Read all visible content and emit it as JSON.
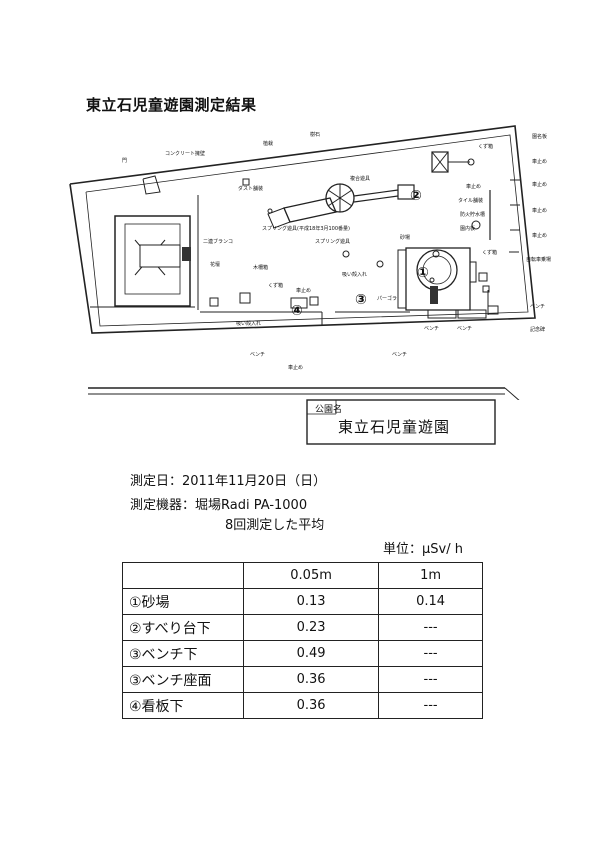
{
  "page_title": "東立石児童遊園測定結果",
  "map": {
    "labels": {
      "gate": "門",
      "concrete_wall": "コンクリート擁壁",
      "planting": "植栽",
      "tree": "樹石",
      "park_sign": "園名板",
      "car_stop_1": "車止め",
      "car_stop_2": "車止め",
      "car_stop_3": "車止め",
      "car_stop_4": "車止め",
      "car_stop_5": "車止め",
      "tile_pave": "タイル舗装",
      "fire_tank": "防火貯水槽",
      "notice_board": "園内板",
      "trash_bin": "くず箱",
      "bicycle_area": "自転車乗場",
      "bench_right": "ベンチ",
      "drinking_fountain": "記念碑",
      "dust_pave": "ダスト舗装",
      "combined_play": "複合遊具",
      "double_swing": "二連ブランコ",
      "spring_play_1": "スプリング遊具(平成18年3月100番量)",
      "spring_play_2": "スプリング遊具",
      "sandbox": "砂場",
      "trash_bin_2": "くず箱",
      "planter": "花壇",
      "wood_planter": "木柵箱",
      "bench_a": "ベンチ",
      "bench_b": "ベンチ",
      "bench_bottom_1": "ベンチ",
      "bench_bottom_2": "ベンチ",
      "car_stop_bottom": "車止め",
      "entry_1": "吸い殻入れ",
      "entry_2": "吸い殻入れ",
      "trash_bottom": "くず箱",
      "car_stop_mid": "車止め",
      "pergola": "パーゴラ",
      "point_1": "①",
      "point_2": "②",
      "point_3": "③",
      "point_4": "④"
    }
  },
  "park": {
    "label": "公園名",
    "name": "東立石児童遊園"
  },
  "info": {
    "date": "測定日：2011年11月20日（日）",
    "device": "測定機器：堀場Radi PA-1000",
    "note": "8回測定した平均",
    "unit": "単位：μSv/ h"
  },
  "table": {
    "headers": [
      "",
      "0.05m",
      "1m"
    ],
    "rows": [
      [
        "①砂場",
        "0.13",
        "0.14"
      ],
      [
        "②すべり台下",
        "0.23",
        "---"
      ],
      [
        "③ベンチ下",
        "0.49",
        "---"
      ],
      [
        "③ベンチ座面",
        "0.36",
        "---"
      ],
      [
        "④看板下",
        "0.36",
        "---"
      ]
    ]
  }
}
